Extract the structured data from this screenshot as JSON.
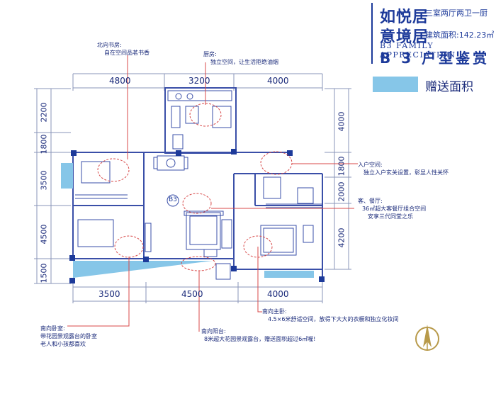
{
  "project": {
    "name_line1": "如悦居",
    "name_line2": "意境居",
    "layout": "三室两厅两卫一厨",
    "area": "建筑面积:142.23㎡",
    "english": "B3 FAMILY APPRECIATION",
    "type_title": "B 3 户型鉴赏"
  },
  "legend": {
    "label": "赠送面积",
    "color": "#86c6e8"
  },
  "dimensions": {
    "top": [
      "4800",
      "3200",
      "4000"
    ],
    "bottom": [
      "3500",
      "4500",
      "4000"
    ],
    "left": [
      "2200",
      "1800",
      "3500",
      "4500",
      "1500"
    ],
    "right": [
      "4000",
      "1800",
      "2000",
      "4200"
    ]
  },
  "annotations": {
    "study_title": "北向书房:",
    "study_desc": "自在空间品茗书香",
    "kitchen_title": "厨房:",
    "kitchen_desc": "独立空间，让生活拒绝油烟",
    "entry_title": "入户空间:",
    "entry_desc": "独立入户玄关设置，彰显人性关怀",
    "living_title": "客、餐厅:",
    "living_desc1": "36㎡超大客餐厅组合空间",
    "living_desc2": "安享三代同堂之乐",
    "master_title": "南向主卧:",
    "master_desc": "4.5×6米舒适空间，放得下大大的衣橱和独立化妆间",
    "balcony_title": "南向阳台:",
    "balcony_desc": "8米超大花园景观露台，赠送面积超过6㎡喔!",
    "south_bed_title": "南向卧室:",
    "south_bed_desc1": "带花园景观露台的卧室",
    "south_bed_desc2": "老人和小孩都喜欢"
  },
  "plan_label": "B3",
  "colors": {
    "brand": "#1d3a9a",
    "line": "#3a4fa8",
    "red": "#d84a4a",
    "gift": "#86c6e8"
  },
  "icons": [
    "compass-icon"
  ]
}
